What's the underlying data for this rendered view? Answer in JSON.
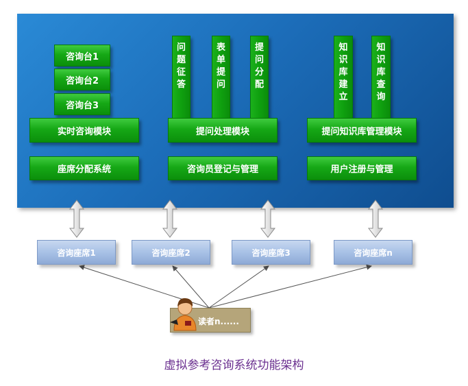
{
  "modules": {
    "realtime": {
      "desks": [
        "咨询台1",
        "咨询台2",
        "咨询台3"
      ],
      "module_label": "实时咨询模块",
      "sub_label": "座席分配系统"
    },
    "question": {
      "columns": [
        [
          "问",
          "题",
          "征",
          "答"
        ],
        [
          "表",
          "单",
          "提",
          "问"
        ],
        [
          "提",
          "问",
          "分",
          "配"
        ]
      ],
      "module_label": "提问处理模块",
      "sub_label": "咨询员登记与管理"
    },
    "knowledge": {
      "columns": [
        [
          "知",
          "识",
          "库",
          "建",
          "立"
        ],
        [
          "知",
          "识",
          "库",
          "查",
          "询"
        ]
      ],
      "module_label": "提问知识库管理模块",
      "sub_label": "用户注册与管理"
    }
  },
  "seats": [
    "咨询座席1",
    "咨询座席2",
    "咨询座席3",
    "咨询座席n"
  ],
  "reader": {
    "label": "读者n......",
    "icon": "person-icon"
  },
  "caption": "虚拟参考咨询系统功能架构",
  "colors": {
    "panel": "#1c6db9",
    "module_green": "#16a816",
    "seat_blue": "#a8c1e6",
    "reader_box": "#b5a57a",
    "caption_purple": "#6a2f8f"
  }
}
